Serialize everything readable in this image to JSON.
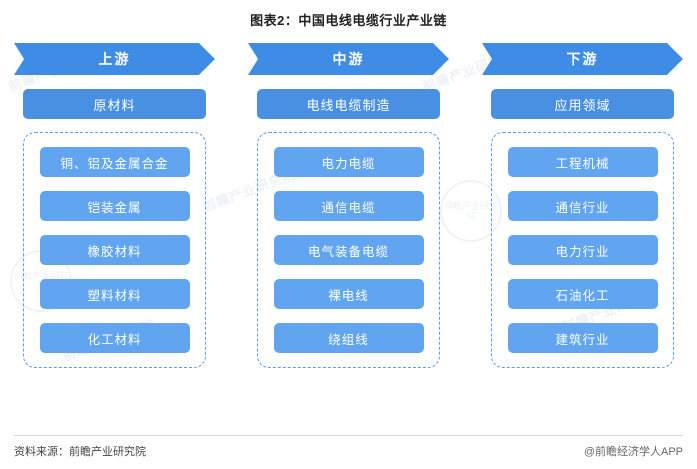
{
  "title": "图表2：中国电线电缆行业产业链",
  "columns": [
    {
      "banner": "上游",
      "head": "原材料",
      "items": [
        "铜、铝及金属合金",
        "铠装金属",
        "橡胶材料",
        "塑料材料",
        "化工材料"
      ]
    },
    {
      "banner": "中游",
      "head": "电线电缆制造",
      "items": [
        "电力电缆",
        "通信电缆",
        "电气装备电缆",
        "裸电线",
        "绕组线"
      ]
    },
    {
      "banner": "下游",
      "head": "应用领域",
      "items": [
        "工程机械",
        "通信行业",
        "电力行业",
        "石油化工",
        "建筑行业"
      ]
    }
  ],
  "footer": {
    "source": "资料来源：前瞻产业研究院",
    "brand": "@前瞻经济学人APP"
  },
  "watermarks": {
    "text": "前瞻产业研究院",
    "round": "前瞻产业研究院"
  },
  "colors": {
    "banner": "#3e8ce6",
    "head": "#4a90e2",
    "item": "#61a5f1",
    "dashed_border": "#5b9bec"
  }
}
